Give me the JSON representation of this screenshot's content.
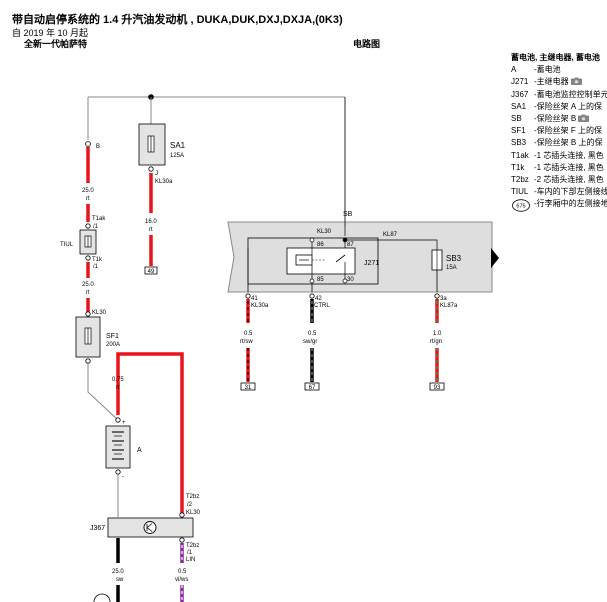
{
  "header": {
    "title": "带自动启停系统的 1.4 升汽油发动机 , DUKA,DUK,DXJ,DXJA,(0K3)",
    "subtitle": "自 2019 年 10 月起",
    "model": "全新一代帕萨特",
    "diagram_title": "电路图"
  },
  "legend": {
    "heading": "蓄电池, 主继电器, 蓄电池",
    "items": [
      {
        "code": "A",
        "text": "-蓄电池"
      },
      {
        "code": "J271",
        "text": "-主继电器"
      },
      {
        "code": "J367",
        "text": "-蓄电池监控控制单元"
      },
      {
        "code": "SA1",
        "text": "-保险丝架 A 上的保"
      },
      {
        "code": "SB",
        "text": "-保险丝架 B"
      },
      {
        "code": "SF1",
        "text": "-保险丝架 F 上的保"
      },
      {
        "code": "SB3",
        "text": "-保险丝架 B 上的保"
      },
      {
        "code": "T1ak",
        "text": "-1 芯插头连接, 黑色"
      },
      {
        "code": "T1k",
        "text": "-1 芯插头连接, 黑色"
      },
      {
        "code": "T2bz",
        "text": "-2 芯插头连接, 黑色"
      },
      {
        "code": "TIUL",
        "text": "-车内的下部左侧接线"
      },
      {
        "code": "675",
        "text": "-行李厢中的左侧接地"
      }
    ]
  },
  "diagram": {
    "pins": {
      "b": "B",
      "sa1_j": "J",
      "sa1_kl30a": "KL30a",
      "t1ak": "T1ak",
      "t1ak_n": "/1",
      "t1k": "T1k",
      "t1k_n": "/1",
      "sf1_kl30": "KL30",
      "t2bz_top": "T2bz",
      "t2bz_top_n": "/2",
      "t2bz_top_kl": "KL30",
      "t2bz_bot": "T2bz",
      "t2bz_bot_n": "/1",
      "lin": "LIN",
      "kl30_relay": "KL30",
      "p86": "86",
      "p87": "87",
      "p85": "85",
      "p30": "30",
      "kl87": "KL87",
      "p41": "41",
      "kl30a_b": "KL30a",
      "p42": "42",
      "ctrl": "CTRL",
      "p3a": "3a",
      "kl87a": "KL87a",
      "plus": "+",
      "minus": "-"
    },
    "components": {
      "sa1": "SA1",
      "sa1_rating": "125A",
      "sf1": "SF1",
      "sf1_rating": "200A",
      "sb": "SB",
      "sb3": "SB3",
      "sb3_rating": "15A",
      "j271": "J271",
      "j367": "J367",
      "battery": "A",
      "tiul": "TIUL"
    },
    "wires": {
      "w1_size": "25.0",
      "w1_color": "rt",
      "w2_size": "16.0",
      "w2_color": "rt",
      "w3_size": "25.0",
      "w3_color": "rt",
      "w4_size": "0.75",
      "w4_color": "rt",
      "w5_size": "0.5",
      "w5_color": "rt/sw",
      "w6_size": "0.5",
      "w6_color": "sw/gr",
      "w7_size": "1.0",
      "w7_color": "rt/gn",
      "w8_size": "25.0",
      "w8_color": "sw",
      "w9_size": "0.5",
      "w9_color": "vi/ws"
    },
    "refs": {
      "r49": "49",
      "r31": "31",
      "r67": "67",
      "r93": "93"
    }
  },
  "colors": {
    "red": "#e8141c",
    "black": "#000000",
    "violet": "#8a2a9a",
    "green": "#2e9e3e",
    "gray": "#8a8a8a",
    "panel": "#dedede",
    "component_fill": "#e4e4e4"
  }
}
